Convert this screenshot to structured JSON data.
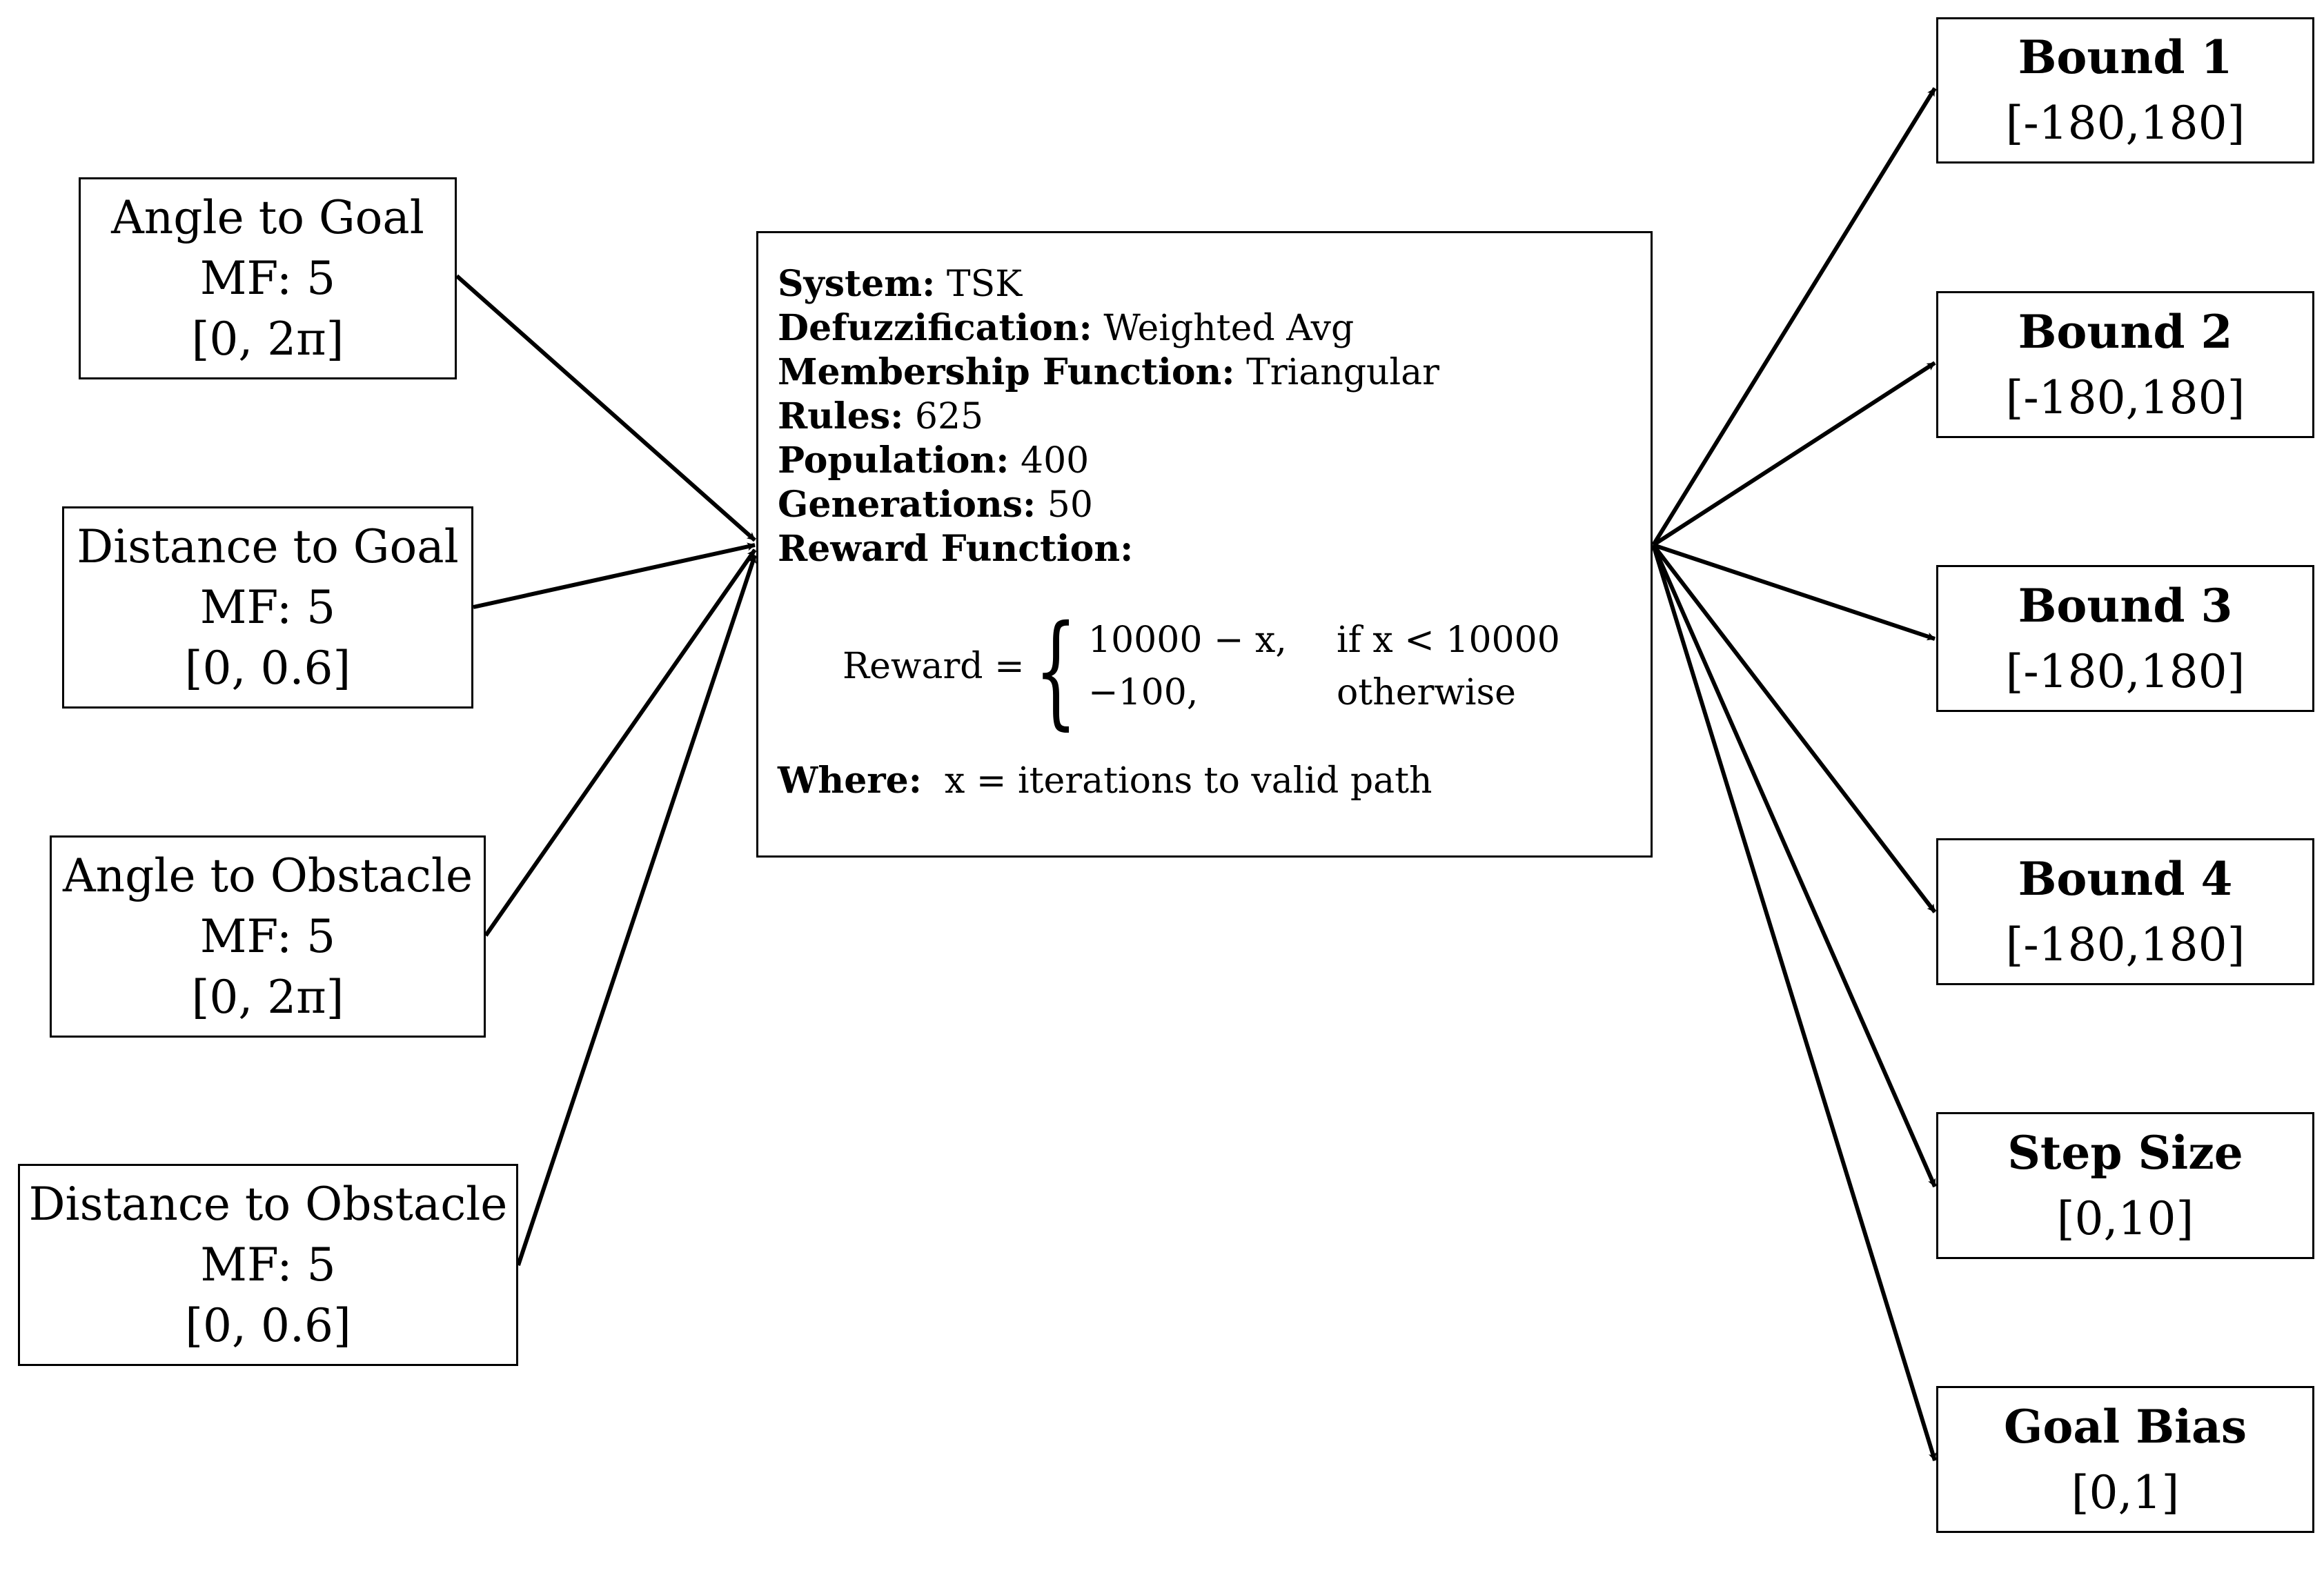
{
  "inputs": [
    {
      "name": "Angle to Goal",
      "mf": "MF: 5",
      "range": "[0, 2π]"
    },
    {
      "name": "Distance to Goal",
      "mf": "MF: 5",
      "range": "[0, 0.6]"
    },
    {
      "name": "Angle to Obstacle",
      "mf": "MF: 5",
      "range": "[0, 2π]"
    },
    {
      "name": "Distance to Obstacle",
      "mf": "MF: 5",
      "range": "[0, 0.6]"
    }
  ],
  "system": {
    "system_label": "System:",
    "system_value": "TSK",
    "defuzz_label": "Defuzzification:",
    "defuzz_value": "Weighted Avg",
    "mf_label": "Membership Function:",
    "mf_value": "Triangular",
    "rules_label": "Rules:",
    "rules_value": "625",
    "population_label": "Population:",
    "population_value": "400",
    "generations_label": "Generations:",
    "generations_value": "50",
    "reward_label": "Reward Function:",
    "reward_lhs": "Reward =",
    "case1_expr": "10000 − x,",
    "case1_cond": "if x < 10000",
    "case2_expr": "−100,",
    "case2_cond": "otherwise",
    "where_label": "Where:",
    "where_text": "x = iterations to valid path"
  },
  "outputs": [
    {
      "name": "Bound 1",
      "range": "[-180,180]"
    },
    {
      "name": "Bound 2",
      "range": "[-180,180]"
    },
    {
      "name": "Bound 3",
      "range": "[-180,180]"
    },
    {
      "name": "Bound 4",
      "range": "[-180,180]"
    },
    {
      "name": "Step Size",
      "range": "[0,10]"
    },
    {
      "name": "Goal Bias",
      "range": "[0,1]"
    }
  ]
}
